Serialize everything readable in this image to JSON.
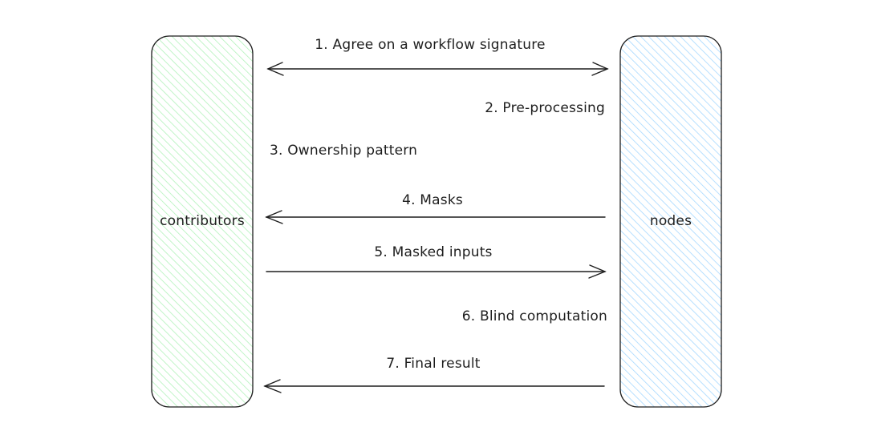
{
  "lanes": {
    "left": {
      "label": "contributors",
      "fill": "#d3f9d8",
      "hatch": "#b2f2bb"
    },
    "right": {
      "label": "nodes",
      "fill": "#d0ebff",
      "hatch": "#a5d8ff"
    }
  },
  "steps": [
    {
      "label": "1. Agree on a workflow signature",
      "arrow": "both"
    },
    {
      "label": "2. Pre-processing",
      "arrow": "none"
    },
    {
      "label": "3. Ownership pattern",
      "arrow": "none"
    },
    {
      "label": "4. Masks",
      "arrow": "to-left"
    },
    {
      "label": "5. Masked inputs",
      "arrow": "to-right"
    },
    {
      "label": "6. Blind computation",
      "arrow": "none"
    },
    {
      "label": "7. Final result",
      "arrow": "to-left"
    }
  ],
  "stroke_color": "#1e1e1e"
}
